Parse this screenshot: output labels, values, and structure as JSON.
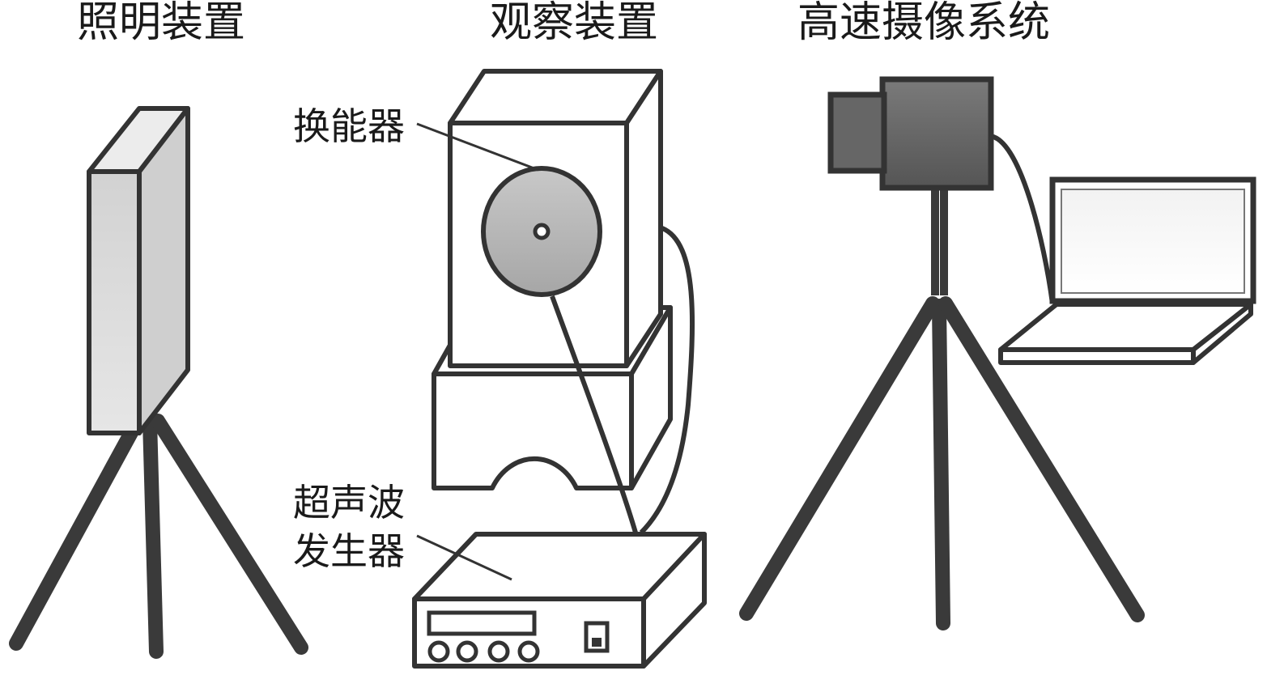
{
  "labels": {
    "lighting": "照明装置",
    "observation": "观察装置",
    "camera_system": "高速摄像系统",
    "transducer": "换能器",
    "generator_line1": "超声波",
    "generator_line2": "发生器"
  }
}
